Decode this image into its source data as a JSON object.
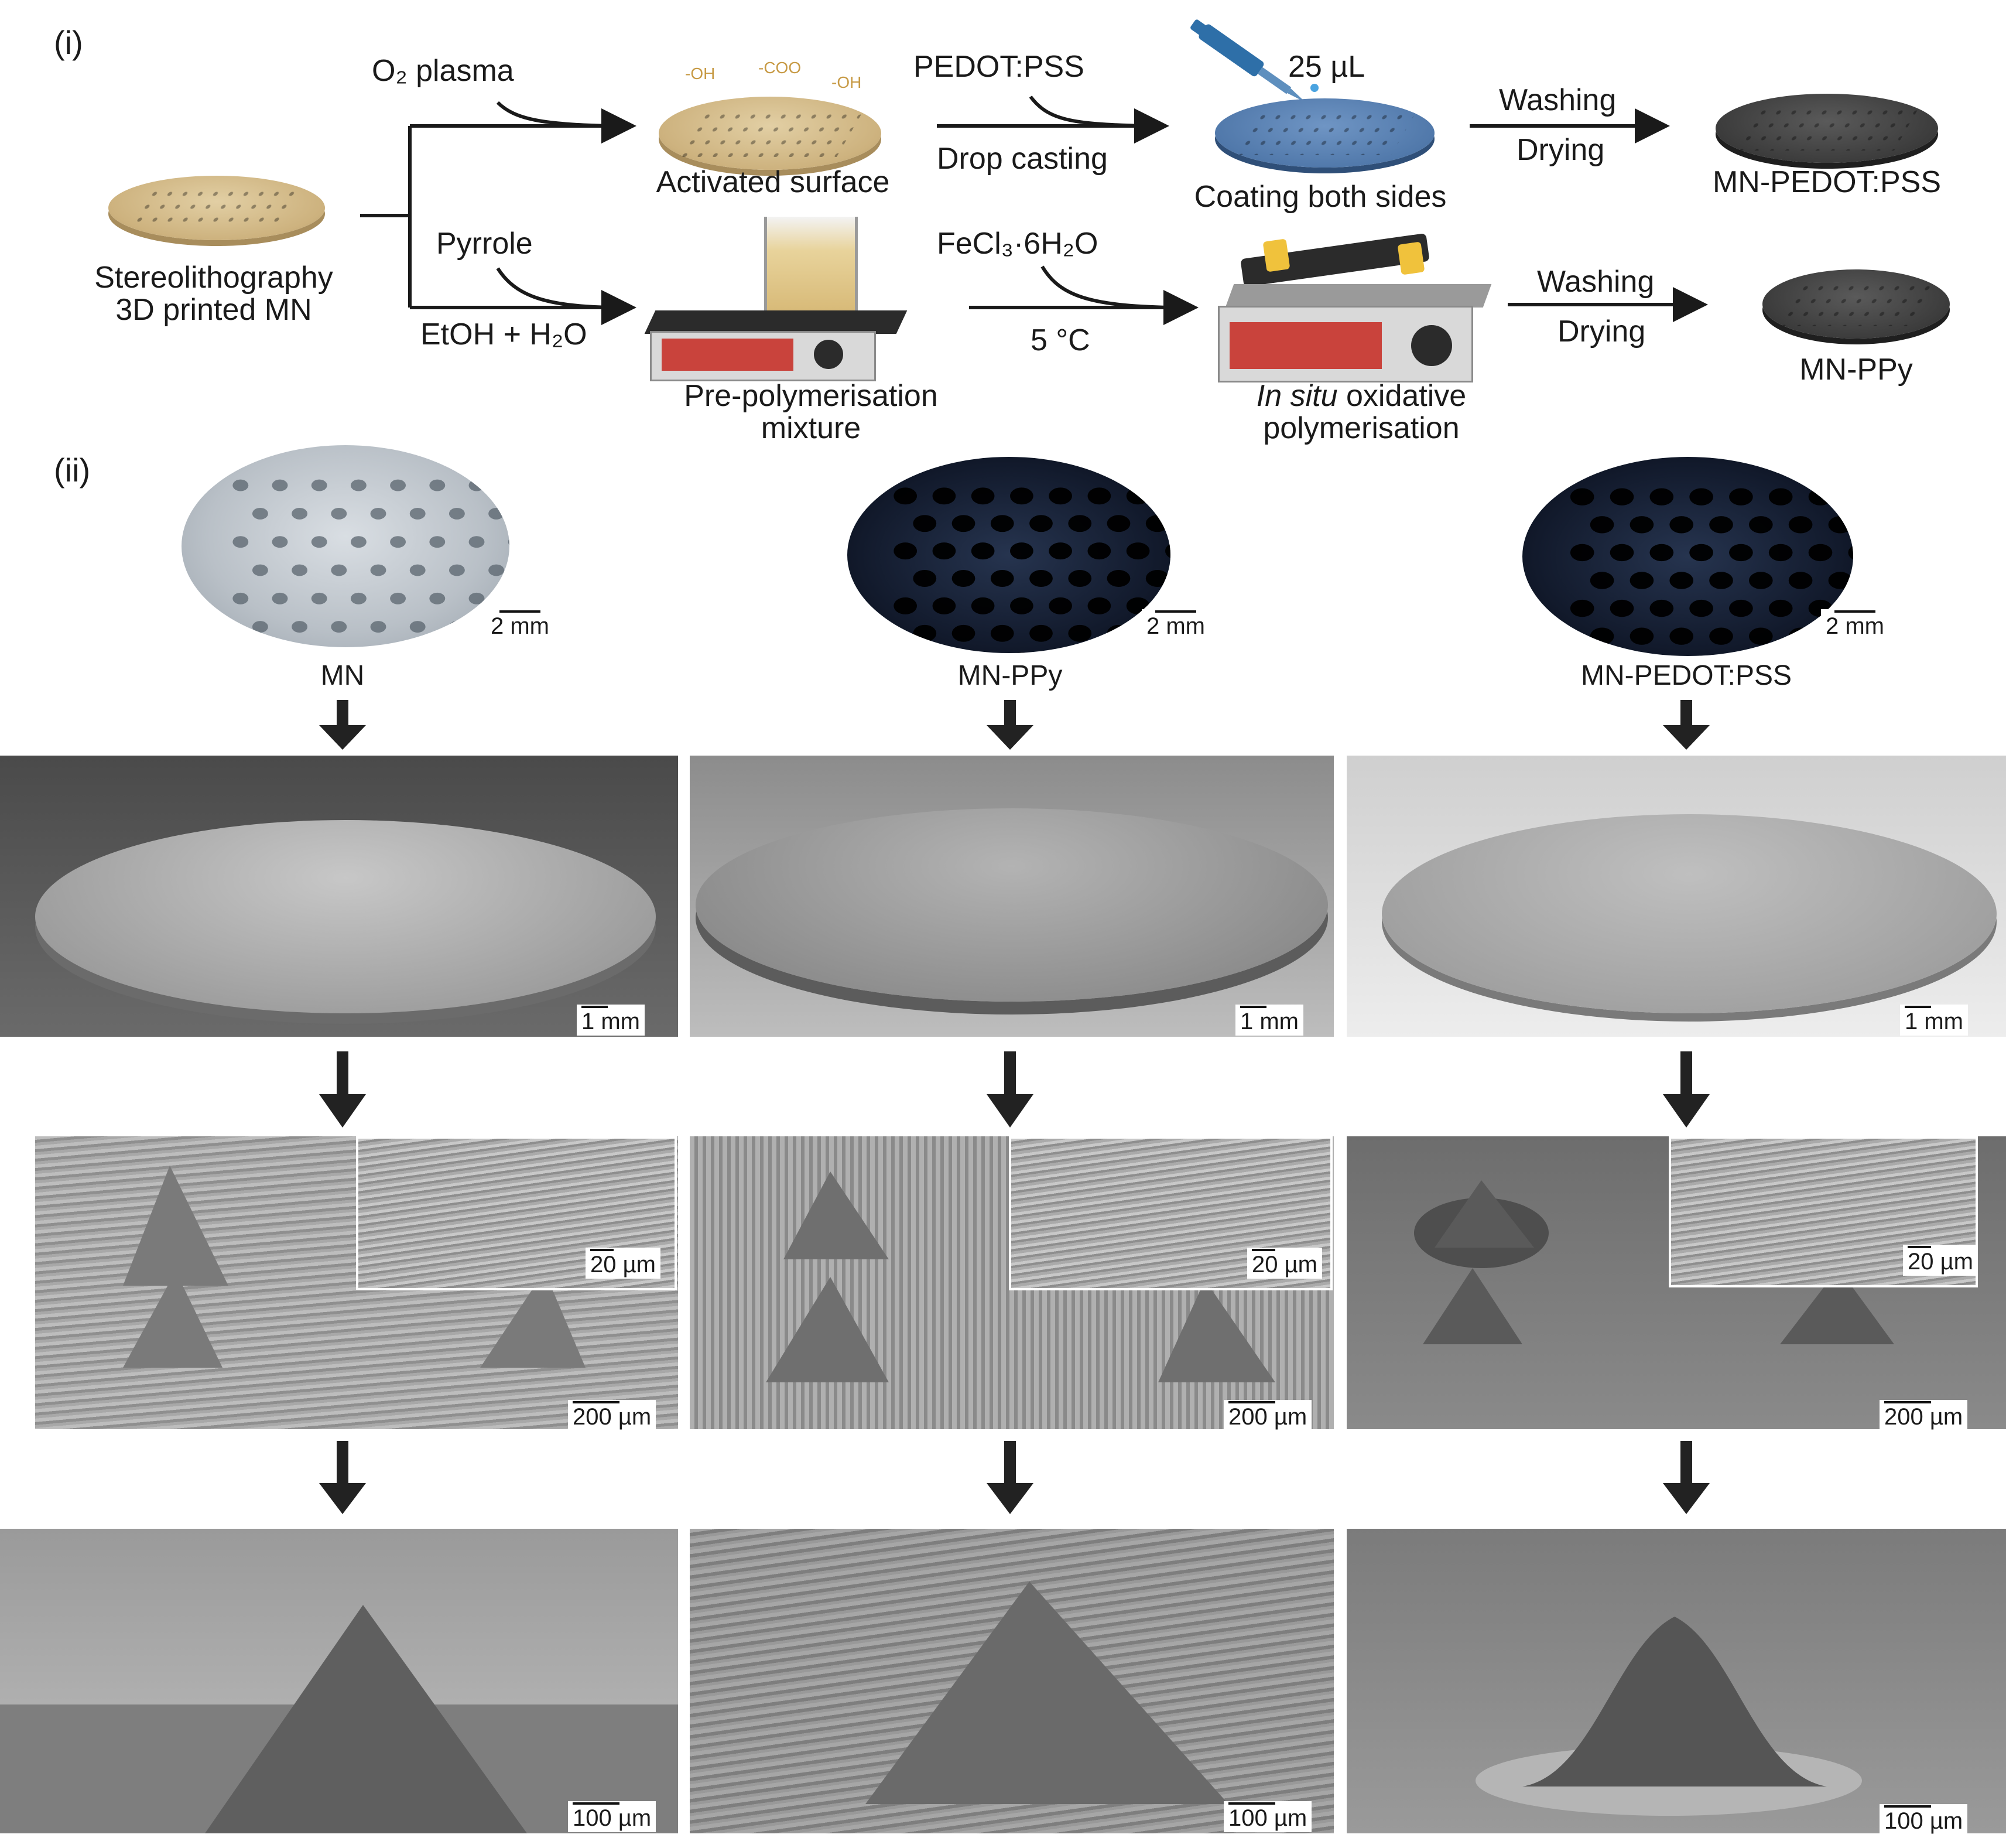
{
  "panel_i": {
    "label": "(i)",
    "start_label_1": "Stereolithography",
    "start_label_2": "3D printed MN",
    "top_route": {
      "reagent": "O₂ plasma",
      "groups": [
        "-OH",
        "-COO",
        "-OH"
      ],
      "step1_label": "Activated surface",
      "reagent2": "PEDOT:PSS",
      "method2": "Drop casting",
      "volume": "25 µL",
      "step2_label": "Coating both sides",
      "wash": "Washing",
      "dry": "Drying",
      "product": "MN-PEDOT:PSS"
    },
    "bottom_route": {
      "reagent": "Pyrrole",
      "solvent": "EtOH + H₂O",
      "step1_label_1": "Pre-polymerisation",
      "step1_label_2": "mixture",
      "reagent2": "FeCl₃·6H₂O",
      "temperature": "5 °C",
      "step2_label_1_italic": "In situ",
      "step2_label_1_rest": " oxidative",
      "step2_label_2": "polymerisation",
      "wash": "Washing",
      "dry": "Drying",
      "product": "MN-PPy"
    }
  },
  "panel_ii": {
    "label": "(ii)",
    "photo_scale": "2 mm",
    "columns": [
      {
        "name": "MN",
        "sem_scales": [
          "1 mm",
          "200 µm",
          "100 µm"
        ],
        "inset_scale": "20 µm"
      },
      {
        "name": "MN-PPy",
        "sem_scales": [
          "1 mm",
          "200 µm",
          "100 µm"
        ],
        "inset_scale": "20 µm"
      },
      {
        "name": "MN-PEDOT:PSS",
        "sem_scales": [
          "1 mm",
          "200 µm",
          "100 µm"
        ],
        "inset_scale": "20 µm"
      }
    ]
  },
  "colors": {
    "arrow": "#222222",
    "red_device": "#c9433c",
    "tan_disk": "#cdb27e"
  }
}
